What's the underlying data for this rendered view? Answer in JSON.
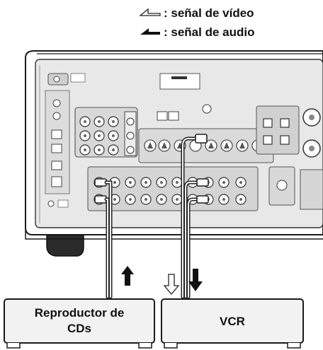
{
  "legend": {
    "video": {
      "symbol": "outline-arrow-icon",
      "text": ": señal de vídeo"
    },
    "audio": {
      "symbol": "filled-arrow-icon",
      "text": ": señal de audio"
    }
  },
  "devices": {
    "cd_player": {
      "line1": "Reproductor de",
      "line2": "CDs"
    },
    "vcr": {
      "label": "VCR"
    }
  },
  "colors": {
    "panel_fill": "#e6e6e6",
    "panel_outline": "#1a1a1a",
    "cable": "#444444",
    "device_fill": "#f2f2f2"
  }
}
